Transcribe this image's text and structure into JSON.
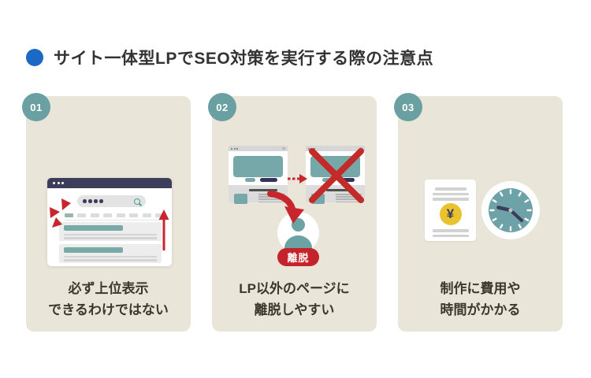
{
  "header": {
    "title": "サイト一体型LPでSEO対策を実行する際の注意点"
  },
  "cards": [
    {
      "number": "01",
      "caption": [
        "必ず上位表示",
        "できるわけではない"
      ]
    },
    {
      "number": "02",
      "caption": [
        "LP以外のページに",
        "離脱しやすい"
      ],
      "exit_badge": "離脱"
    },
    {
      "number": "03",
      "caption": [
        "制作に費用や",
        "時間がかかる"
      ],
      "yen_symbol": "¥"
    }
  ],
  "colors": {
    "accent_blue": "#1c68c5",
    "card_background": "#e9e5d9",
    "number_badge_teal": "#6ba0a3",
    "illustration_teal": "#76a8aa",
    "navy": "#3c3c5b",
    "alert_red": "#c9252c",
    "coin_yellow": "#e9c32e",
    "title_text": "#333333",
    "caption_text": "#3b382c"
  },
  "icons": {
    "bullet": "blue-circle",
    "card1": [
      "browser-window",
      "search-bar",
      "magnifier",
      "rank-up-arrow",
      "attention-marks"
    ],
    "card2": [
      "lp-window",
      "blocked-window",
      "dashed-arrow",
      "cross-mark",
      "curved-arrow",
      "visitor"
    ],
    "card3": [
      "price-document",
      "yen-coin",
      "clock"
    ]
  }
}
